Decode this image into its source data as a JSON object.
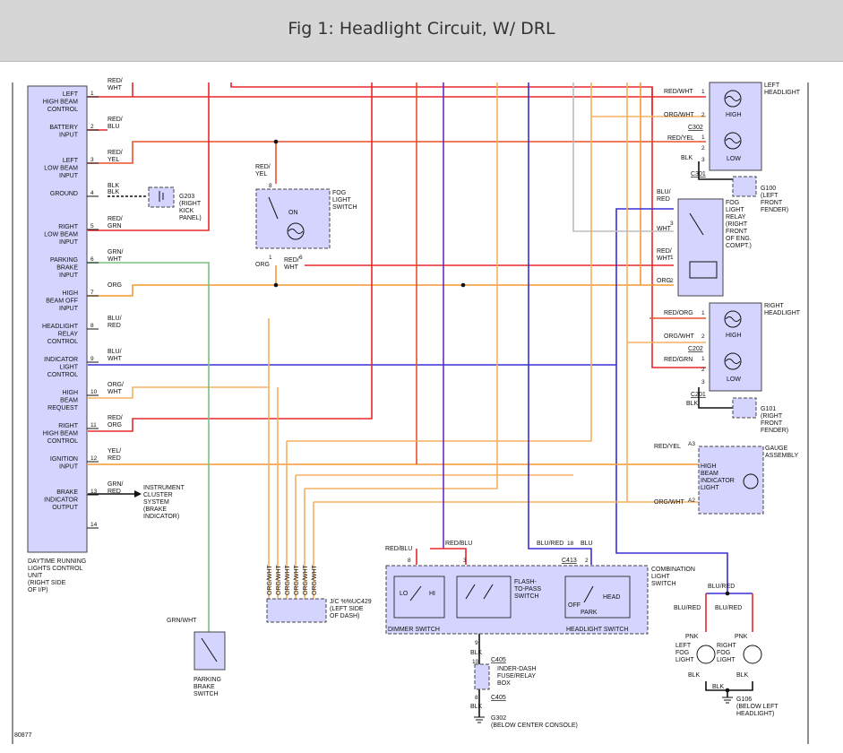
{
  "page": {
    "title": "Fig 1: Headlight Circuit, W/ DRL"
  },
  "wire_colors": {
    "red": "#e8282c",
    "red_org": "#e8512a",
    "red_yel": "#e8512a",
    "org": "#f39a33",
    "org_wht": "#f6b060",
    "blue": "#3a2fd6",
    "purple": "#6a2bc4",
    "green": "#7cc17c",
    "gray": "#bdbdbd",
    "black": "#111111"
  },
  "drl_module": {
    "inputs": [
      {
        "pin": "1",
        "label": "LEFT\nHIGH BEAM\nCONTROL",
        "wire": "RED/\nWHT"
      },
      {
        "pin": "2",
        "label": "BATTERY\nINPUT",
        "wire": "RED/\nBLU"
      },
      {
        "pin": "3",
        "label": "LEFT\nLOW BEAM\nINPUT",
        "wire": "RED/\nYEL"
      },
      {
        "pin": "4",
        "label": "GROUND",
        "wire": "BLK"
      },
      {
        "pin": "5",
        "label": "RIGHT\nLOW BEAM\nINPUT",
        "wire": "RED/\nGRN"
      },
      {
        "pin": "6",
        "label": "PARKING\nBRAKE\nINPUT",
        "wire": "GRN/\nWHT"
      },
      {
        "pin": "7",
        "label": "HIGH\nBEAM OFF\nINPUT",
        "wire": "ORG"
      },
      {
        "pin": "8",
        "label": "HEADLIGHT\nRELAY\nCONTROL",
        "wire": "BLU/\nRED"
      },
      {
        "pin": "9",
        "label": "INDICATOR\nLIGHT\nCONTROL",
        "wire": "BLU/\nWHT"
      },
      {
        "pin": "10",
        "label": "HIGH\nBEAM\nREQUEST",
        "wire": "ORG/\nWHT"
      },
      {
        "pin": "11",
        "label": "RIGHT\nHIGH BEAM\nCONTROL",
        "wire": "RED/\nORG"
      },
      {
        "pin": "12",
        "label": "IGNITION\nINPUT",
        "wire": "YEL/\nRED"
      },
      {
        "pin": "13",
        "label": "BRAKE\nINDICATOR\nOUTPUT",
        "wire": "GRN/\nRED"
      },
      {
        "pin": "14",
        "label": "",
        "wire": ""
      }
    ],
    "caption": "DAYTIME RUNNING\nLIGHTS CONTROL\nUNIT\n(RIGHT SIDE\nOF I/P)",
    "wire_top": "RED/\nWHT"
  },
  "labels": {
    "pin4_blk": "BLK",
    "g203": "G203\n(RIGHT\nKICK\nPANEL)",
    "instrument_cluster": "INSTRUMENT\nCLUSTER\nSYSTEM\n(BRAKE\nINDICATOR)",
    "fog_switch": "FOG\nLIGHT\nSWITCH",
    "fog_switch_on": "ON",
    "fog_red_yel": "RED/\nYEL",
    "fog_org": "ORG",
    "fog_red_wht": "RED/\nWHT",
    "left_headlight": "LEFT\nHEADLIGHT",
    "right_headlight": "RIGHT\nHEADLIGHT",
    "high": "HIGH",
    "low": "LOW",
    "lh_red_wht": "RED/WHT",
    "lh_org_wht": "ORG/WHT",
    "lh_red_yel": "RED/YEL",
    "lh_blk": "BLK",
    "c302": "C302",
    "c301": "C301",
    "g100": "G100\n(LEFT\nFRONT\nFENDER)",
    "fog_relay": "FOG\nLIGHT\nRELAY\n(RIGHT\nFRONT\nOF ENG.\nCOMPT.)",
    "fr_blu_red": "BLU/\nRED",
    "fr_wht": "WHT",
    "fr_red_wht": "RED/\nWHT",
    "fr_org": "ORG",
    "rh_red_org": "RED/ORG",
    "rh_org_wht": "ORG/WHT",
    "rh_red_grn": "RED/GRN",
    "rh_blk": "BLK",
    "c202": "C202",
    "c201": "C201",
    "g101": "G101\n(RIGHT\nFRONT\nFENDER)",
    "gauge_assembly": "GAUGE\nASSEMBLY",
    "hb_indicator": "HIGH\nBEAM\nINDICATOR\nLIGHT",
    "ga_red_yel": "RED/YEL",
    "ga_org_wht": "ORG/WHT",
    "jc_wires": [
      "ORG/WHT",
      "ORG/WHT",
      "ORG/WHT",
      "ORG/WHT",
      "ORG/WHT",
      "ORG/WHT"
    ],
    "jc": "J/C %%UC429\n(LEFT SIDE\nOF DASH)",
    "grn_wht": "GRN/WHT",
    "parking_brake_switch": "PARKING\nBRAKE\nSWITCH",
    "combination_switch": "COMBINATION\nLIGHT\nSWITCH",
    "dimmer_switch": "DIMMER SWITCH",
    "headlight_switch": "HEADLIGHT SWITCH",
    "flash_to_pass": "FLASH-\nTO-PASS\nSWITCH",
    "lo": "LO",
    "hi": "HI",
    "head": "HEAD",
    "off": "OFF",
    "park": "PARK",
    "cs_red_blu_1": "RED/BLU",
    "cs_red_blu_2": "RED/BLU",
    "cs_blu_red": "BLU/RED",
    "cs_blu": "BLU",
    "c413": "C413",
    "blk_1": "BLK",
    "blk_2": "BLK",
    "c405_top": "C405",
    "c405_bot": "C405",
    "fuse_box": "INDER-DASH\nFUSE/RELAY\nBOX",
    "g302": "G302\n(BELOW CENTER CONSOLE)",
    "fog_blu_red_top": "BLU/RED",
    "fog_blu_red_l": "BLU/RED",
    "fog_blu_red_r": "BLU/RED",
    "pnk_l": "PNK",
    "pnk_r": "PNK",
    "left_fog": "LEFT\nFOG\nLIGHT",
    "right_fog": "RIGHT\nFOG\nLIGHT",
    "fog_blk_l": "BLK",
    "fog_blk_r": "BLK",
    "fog_blk_c": "BLK",
    "g106": "G106\n(BELOW LEFT\nHEADLIGHT)",
    "figure_no": "80877",
    "pins": {
      "lh1": "1",
      "lh2": "2",
      "lh3": "1",
      "lh4": "2",
      "lh5": "3",
      "fr3": "3",
      "fr1": "1",
      "fr2": "2",
      "rh1": "1",
      "rh2": "2",
      "rh3": "1",
      "rh4": "2",
      "rh5": "3",
      "ga3": "A3",
      "ga2": "A2",
      "f8": "8",
      "f1": "1",
      "f6": "6",
      "cs8": "8",
      "cs3": "3",
      "cs18": "18",
      "cs2": "2",
      "cs9": "9",
      "cs10": "10",
      "cs8b": "8"
    }
  }
}
